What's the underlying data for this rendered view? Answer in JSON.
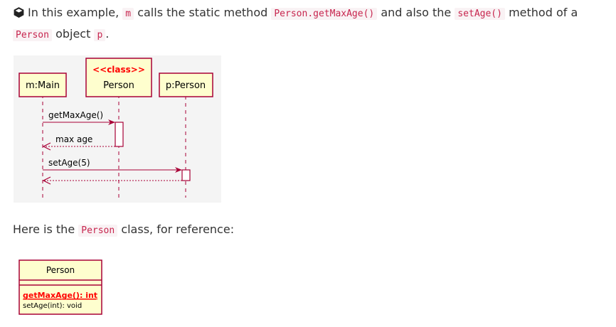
{
  "intro": {
    "t1": "In this example,",
    "c1": "m",
    "t2": "calls the static method",
    "c2": "Person.getMaxAge()",
    "t3": "and also the",
    "c3": "setAge()",
    "t4": "method of a",
    "c4": "Person",
    "t5": "object",
    "c5": "p",
    "t6": "."
  },
  "sequence": {
    "participants": [
      "m:Main",
      "Person",
      "p:Person"
    ],
    "stereotype": "<<class>>",
    "messages": [
      "getMaxAge()",
      "max age",
      "setAge(5)"
    ]
  },
  "reference": {
    "t1": "Here is the",
    "c1": "Person",
    "t2": "class, for reference:"
  },
  "class_box": {
    "name": "Person",
    "op1": "getMaxAge(): int",
    "op2": "setAge(int): void"
  },
  "colors": {
    "border": "#a80036",
    "fill": "#fefece",
    "stereotype": "#ff0000",
    "code": "#c7254e"
  }
}
